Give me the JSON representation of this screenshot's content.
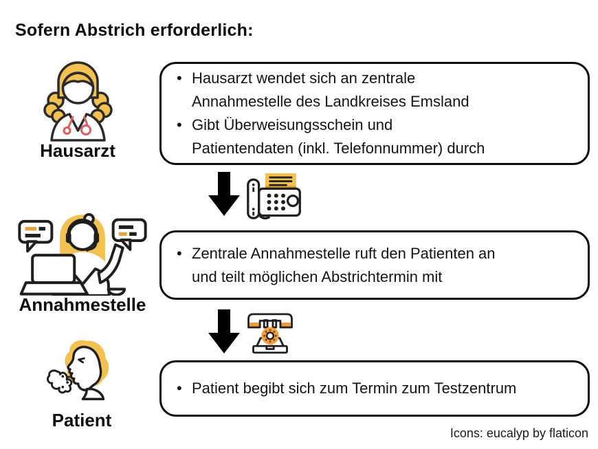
{
  "title": "Sofern Abstrich erforderlich:",
  "actors": [
    {
      "label": "Hausarzt",
      "icon": "female-doctor-icon"
    },
    {
      "label": "Annahmestelle",
      "icon": "call-center-agent-icon"
    },
    {
      "label": "Patient",
      "icon": "coughing-patient-icon"
    }
  ],
  "steps": [
    {
      "bullets": [
        "Hausarzt wendet sich an zentrale Annahmestelle des Landkreises Emsland",
        "Gibt Überweisungsschein und Patientendaten (inkl. Telefonnummer) durch"
      ]
    },
    {
      "bullets": [
        "Zentrale Annahmestelle ruft den Patienten an und teilt möglichen Abstrichtermin mit"
      ]
    },
    {
      "bullets": [
        "Patient begibt sich zum Termin zum Testzentrum"
      ]
    }
  ],
  "connectors": [
    {
      "arrow": "down-arrow-icon",
      "device": "fax-machine-icon"
    },
    {
      "arrow": "down-arrow-icon",
      "device": "rotary-phone-icon"
    }
  ],
  "credits": "Icons: eucalyp by flaticon",
  "colors": {
    "accent_yellow": "#F3C14F",
    "accent_orange": "#EE9A3C",
    "accent_red": "#E05A5E",
    "outline": "#1A1A1A"
  }
}
